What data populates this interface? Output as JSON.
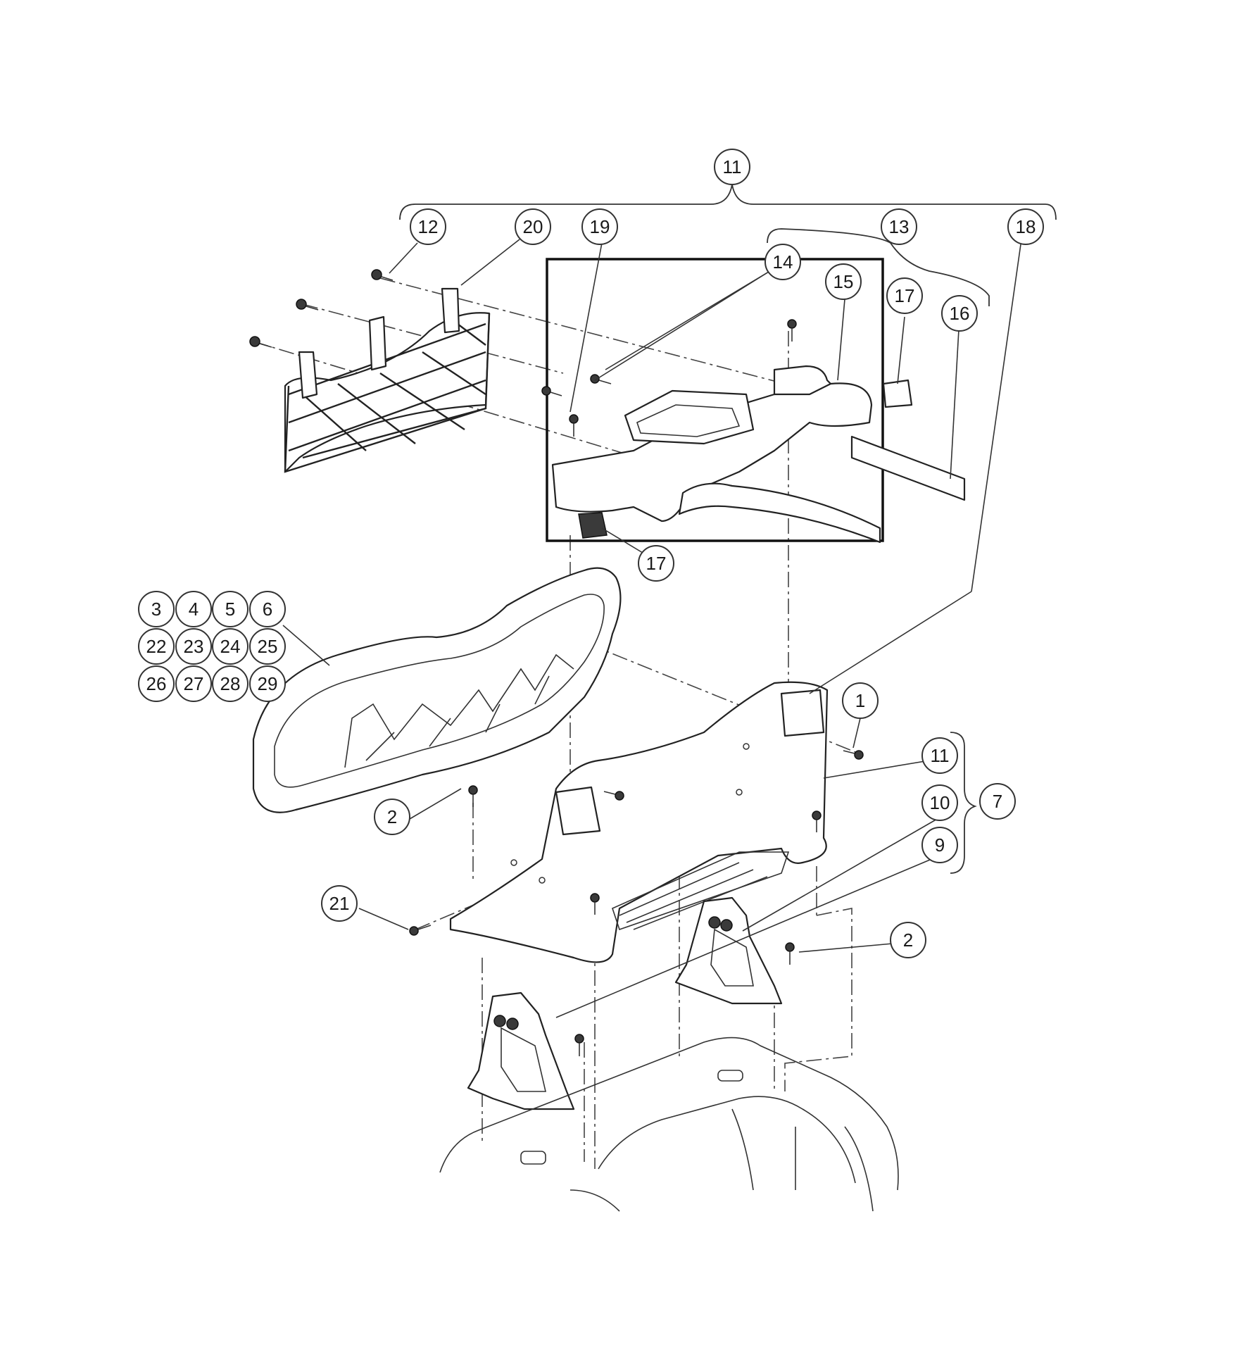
{
  "callouts": [
    {
      "id": "c11-top",
      "label": "11"
    },
    {
      "id": "c12",
      "label": "12"
    },
    {
      "id": "c20",
      "label": "20"
    },
    {
      "id": "c19",
      "label": "19"
    },
    {
      "id": "c13",
      "label": "13"
    },
    {
      "id": "c18",
      "label": "18"
    },
    {
      "id": "c14",
      "label": "14"
    },
    {
      "id": "c15",
      "label": "15"
    },
    {
      "id": "c17-top",
      "label": "17"
    },
    {
      "id": "c16",
      "label": "16"
    },
    {
      "id": "c17-bottom",
      "label": "17"
    },
    {
      "id": "c3",
      "label": "3"
    },
    {
      "id": "c4",
      "label": "4"
    },
    {
      "id": "c5",
      "label": "5"
    },
    {
      "id": "c6",
      "label": "6"
    },
    {
      "id": "c22",
      "label": "22"
    },
    {
      "id": "c23",
      "label": "23"
    },
    {
      "id": "c24",
      "label": "24"
    },
    {
      "id": "c25",
      "label": "25"
    },
    {
      "id": "c26",
      "label": "26"
    },
    {
      "id": "c27",
      "label": "27"
    },
    {
      "id": "c28",
      "label": "28"
    },
    {
      "id": "c29",
      "label": "29"
    },
    {
      "id": "c1",
      "label": "1"
    },
    {
      "id": "c11-right",
      "label": "11"
    },
    {
      "id": "c10",
      "label": "10"
    },
    {
      "id": "c7",
      "label": "7"
    },
    {
      "id": "c9",
      "label": "9"
    },
    {
      "id": "c2-left",
      "label": "2"
    },
    {
      "id": "c21",
      "label": "21"
    },
    {
      "id": "c2-right",
      "label": "2"
    }
  ]
}
